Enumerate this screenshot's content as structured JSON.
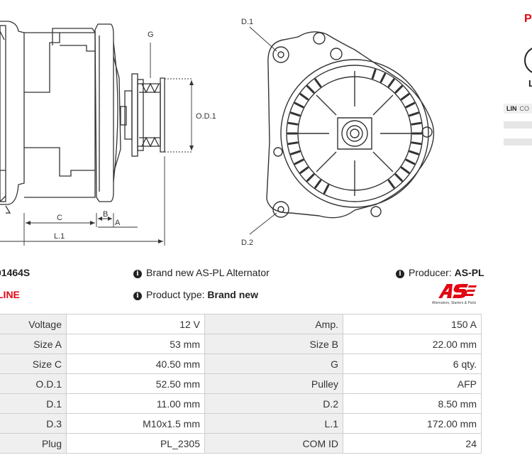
{
  "drawing": {
    "labels": {
      "g": "G",
      "od1": "O.D.1",
      "c": "C",
      "b": "B",
      "a": "A",
      "l1": "L.1",
      "d1": "D.1",
      "d2": "D.2"
    }
  },
  "side_panel": {
    "letter": "P",
    "letter2": "L",
    "tab_active": "LIN",
    "tab_other": "CO"
  },
  "product": {
    "code": "01464S",
    "line": "LINE",
    "brand_text": "Brand new AS-PL Alternator",
    "type_label": "Product type:",
    "type_value": "Brand new",
    "producer_label": "Producer:",
    "producer_value": "AS-PL",
    "logo_text": "AS",
    "logo_caption": "Alternators, Starters & Parts",
    "colors": {
      "accent": "#e30613",
      "text": "#222222",
      "key_cell": "#efefef"
    }
  },
  "specs": [
    {
      "k1": "Voltage",
      "v1": "12 V",
      "k2": "Amp.",
      "v2": "150 A"
    },
    {
      "k1": "Size A",
      "v1": "53 mm",
      "k2": "Size B",
      "v2": "22.00 mm"
    },
    {
      "k1": "Size C",
      "v1": "40.50 mm",
      "k2": "G",
      "v2": "6 qty."
    },
    {
      "k1": "O.D.1",
      "v1": "52.50 mm",
      "k2": "Pulley",
      "v2": "AFP"
    },
    {
      "k1": "D.1",
      "v1": "11.00 mm",
      "k2": "D.2",
      "v2": "8.50 mm"
    },
    {
      "k1": "D.3",
      "v1": "M10x1.5 mm",
      "k2": "L.1",
      "v2": "172.00 mm"
    },
    {
      "k1": "Plug",
      "v1": "PL_2305",
      "k2": "COM ID",
      "v2": "24"
    }
  ]
}
